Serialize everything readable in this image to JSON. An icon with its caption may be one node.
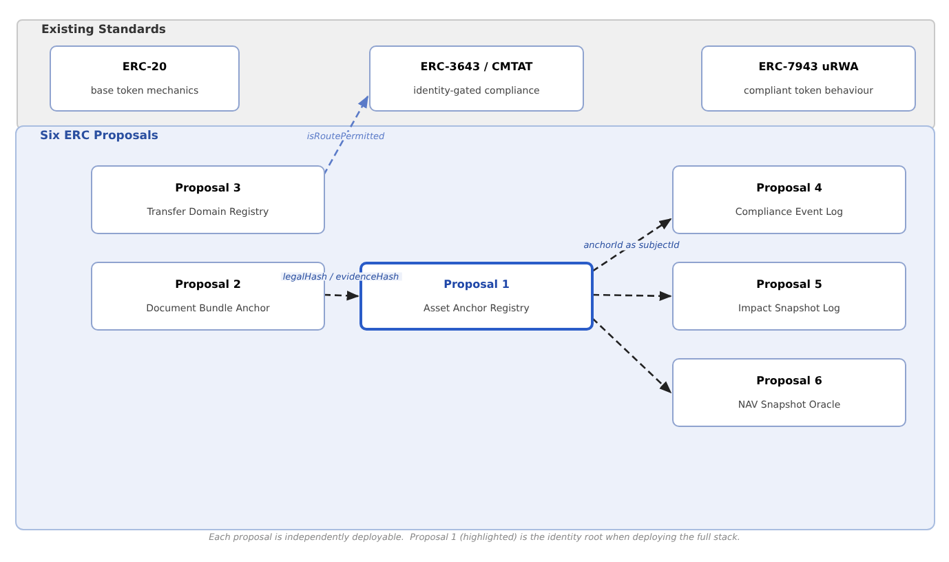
{
  "diagram": {
    "caption": "Each proposal is independently deployable.  Proposal 1 (highlighted) is the identity root when deploying the full stack.",
    "nodes": [
      {
        "text": [
          "Existing Standards"
        ]
      },
      {
        "text": [
          "ERC-20",
          "base token mechanics"
        ],
        "in": 0
      },
      {
        "text": [
          "ERC-3643 / CMTAT",
          "identity-gated compliance"
        ],
        "in": 0
      },
      {
        "text": [
          "ERC-7943 uRWA",
          "compliant token behaviour"
        ],
        "in": 0
      },
      {
        "text": [
          "Six ERC Proposals"
        ]
      },
      {
        "text": [
          "Proposal 3",
          "Transfer Domain Registry"
        ],
        "in": 4
      },
      {
        "text": [
          "Proposal 4",
          "Compliance Event Log"
        ],
        "in": 4
      },
      {
        "text": [
          "Proposal 2",
          "Document Bundle Anchor"
        ],
        "in": 4
      },
      {
        "text": [
          "Proposal 1",
          "Asset Anchor Registry"
        ],
        "in": 4
      },
      {
        "text": [
          "Proposal 5",
          "Impact Snapshot Log"
        ],
        "in": 4
      },
      {
        "text": [
          "Proposal 6",
          "NAV Snapshot Oracle"
        ],
        "in": 4
      }
    ],
    "edges": [
      {
        "from": 5,
        "to": 2,
        "arrow": "to",
        "label": "isRoutePermitted",
        "style": "dashed",
        "color": "#5b7bc8"
      },
      {
        "from": 7,
        "to": 8,
        "arrow": "to",
        "label": "legalHash / evidenceHash",
        "style": "dashed"
      },
      {
        "from": 8,
        "to": 6,
        "arrow": "to",
        "label": "anchorId as subjectId",
        "style": "dashed"
      },
      {
        "from": 8,
        "to": 9,
        "arrow": "to",
        "style": "dashed"
      },
      {
        "from": 8,
        "to": 10,
        "arrow": "to",
        "style": "dashed"
      }
    ]
  }
}
